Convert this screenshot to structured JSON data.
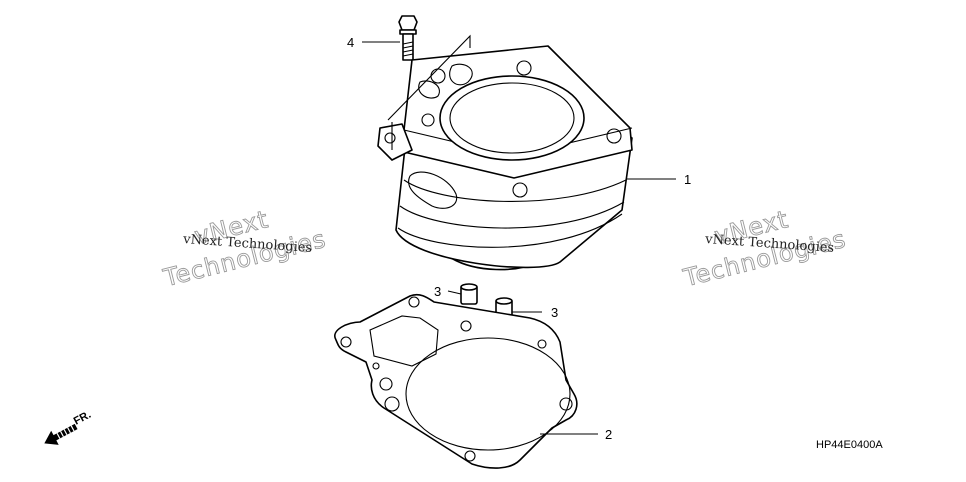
{
  "diagram": {
    "callouts": [
      {
        "id": "cylinder",
        "number": "1"
      },
      {
        "id": "gasket",
        "number": "2"
      },
      {
        "id": "dowel-left",
        "number": "3"
      },
      {
        "id": "dowel-right",
        "number": "3"
      },
      {
        "id": "bolt",
        "number": "4"
      }
    ],
    "reference_code": "HP44E0400A",
    "direction_label": "FR."
  },
  "watermarks": [
    {
      "line1": "vNext",
      "line2": "Technologies",
      "caption": "vNext Technologies"
    },
    {
      "line1": "vNext",
      "line2": "Technologies",
      "caption": "vNext Technologies"
    }
  ]
}
